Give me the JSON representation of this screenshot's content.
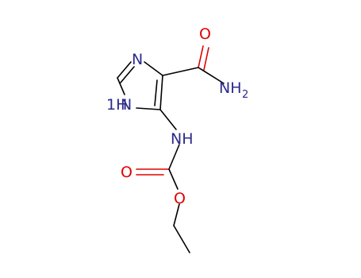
{
  "molecule": {
    "atoms": {
      "N_ring": "N",
      "NH_ring": "1H",
      "NH_ring_N": "N",
      "O_amide": "O",
      "NH2_N": "NH",
      "NH2_sub": "2",
      "NH_link": "NH",
      "O_carbonyl": "O",
      "O_ester": "O"
    },
    "colors": {
      "nitrogen": "#2b2b8c",
      "oxygen": "#e00000",
      "bond": "#000000"
    }
  }
}
